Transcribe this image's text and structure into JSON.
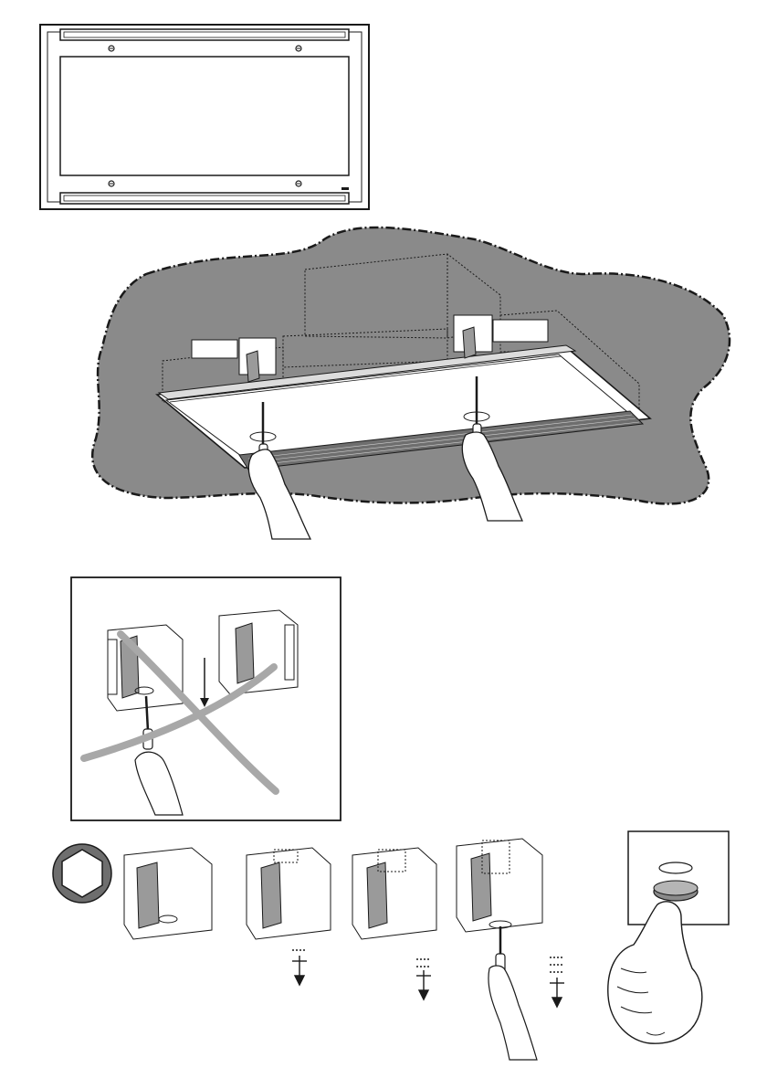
{
  "diagram": {
    "panels": [
      {
        "id": "front-panel",
        "description_visible": ""
      },
      {
        "id": "ceiling-installation",
        "description_visible": ""
      },
      {
        "id": "wrong-method",
        "description_visible": ""
      },
      {
        "id": "steps-sequence",
        "description_visible": ""
      }
    ],
    "colors": {
      "ink": "#1a1a1a",
      "ceiling_fill": "#8a8a8a",
      "cross_mark": "#a8a8a8",
      "bracket_fill": "#9a9a9a"
    },
    "icons": [
      "hexagon-icon",
      "screwdriver-icon",
      "hand-icon",
      "arrow-down-icon",
      "cross-icon",
      "push-button-icon"
    ]
  }
}
